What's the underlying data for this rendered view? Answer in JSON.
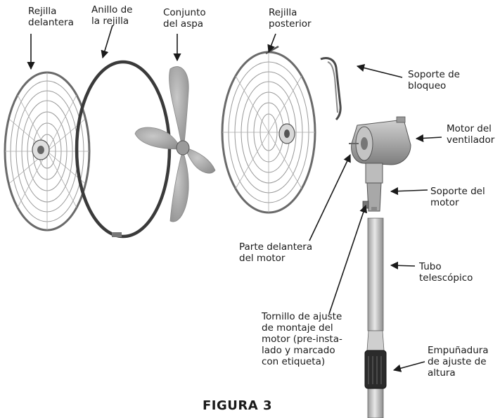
{
  "labels": {
    "front_grille": "Rejilla\ndelantera",
    "grille_ring": "Anillo de\nla rejilla",
    "blade_assembly": "Conjunto\ndel aspa",
    "rear_grille": "Rejilla\nposterior",
    "locking_bracket": "Soporte de\nbloqueo",
    "fan_motor": "Motor del\nventilador",
    "motor_bracket": "Soporte del\nmotor",
    "motor_front": "Parte delantera\ndel motor",
    "telescopic_tube": "Tubo\ntelescópico",
    "adjust_screw": "Tornillo de ajuste\nde montaje del\nmotor (pre-insta-\nlado y marcado\ncon etiqueta)",
    "height_grip": "Empuñadura\nde ajuste de\naltura"
  },
  "caption": "FIGURA 3"
}
